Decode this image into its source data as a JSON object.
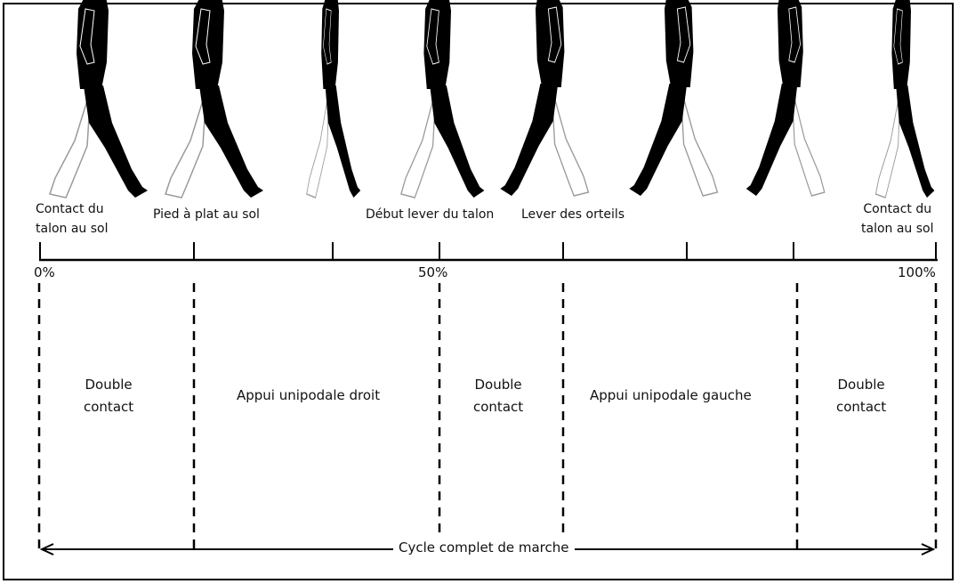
{
  "events": [
    {
      "line1": "Contact du",
      "line2": "talon au sol"
    },
    {
      "line1": "Pied à plat au sol",
      "line2": ""
    },
    {
      "line1": "Début lever du talon",
      "line2": ""
    },
    {
      "line1": "Lever des orteils",
      "line2": ""
    },
    {
      "line1": "Contact du",
      "line2": "talon au sol"
    }
  ],
  "percent_labels": [
    "0%",
    "50%",
    "100%"
  ],
  "phases": [
    {
      "line1": "Double",
      "line2": "contact"
    },
    {
      "line1": "Appui unipodale droit",
      "line2": ""
    },
    {
      "line1": "Double",
      "line2": "contact"
    },
    {
      "line1": "Appui unipodale gauche",
      "line2": ""
    },
    {
      "line1": "Double",
      "line2": "contact"
    }
  ],
  "cycle_label": "Cycle complet de marche",
  "colors": {
    "figure": "#000000",
    "rear_leg_outline": "#9a9a9a",
    "line": "#000000"
  }
}
